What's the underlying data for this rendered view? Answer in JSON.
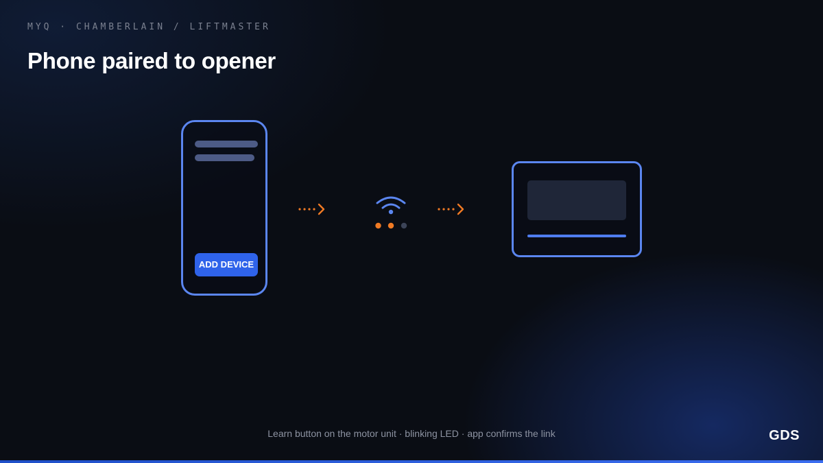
{
  "header": {
    "eyebrow": "MYQ · CHAMBERLAIN / LIFTMASTER",
    "title": "Phone paired to opener"
  },
  "phone": {
    "button_label": "ADD DEVICE"
  },
  "signal": {
    "leds": [
      {
        "state": "on",
        "color": "#f07a24"
      },
      {
        "state": "on",
        "color": "#f07a24"
      },
      {
        "state": "off",
        "color": "#3c4458"
      }
    ]
  },
  "footer": {
    "caption": "Learn button on the motor unit · blinking LED · app confirms the link",
    "logo": "GDS"
  },
  "colors": {
    "accent_blue": "#5b86f0",
    "button_blue": "#2f63ea",
    "arrow_orange": "#f07a24",
    "background": "#0a0d14"
  }
}
